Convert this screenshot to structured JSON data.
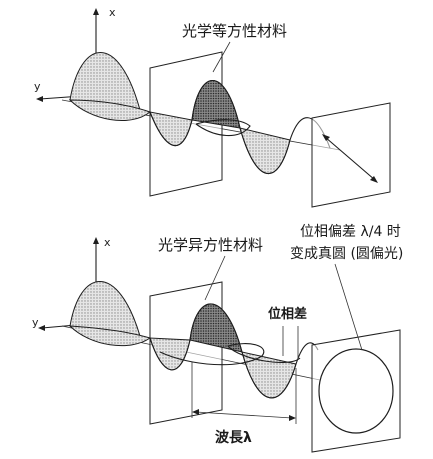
{
  "top_diagram": {
    "axis_x": "x",
    "axis_y": "y",
    "material_label": "光学等方性材料"
  },
  "bottom_diagram": {
    "axis_x": "x",
    "axis_y": "y",
    "material_label": "光学异方性材料",
    "phase_difference_label": "位相差",
    "result_label_line1": "位相偏差 λ/4 时",
    "result_label_line2": "变成真圆 (圆偏光)",
    "wavelength_label": "波長λ"
  },
  "colors": {
    "ink": "#1e1e1e",
    "light_shade": "#c8c8c8",
    "dark_shade": "#555555"
  }
}
